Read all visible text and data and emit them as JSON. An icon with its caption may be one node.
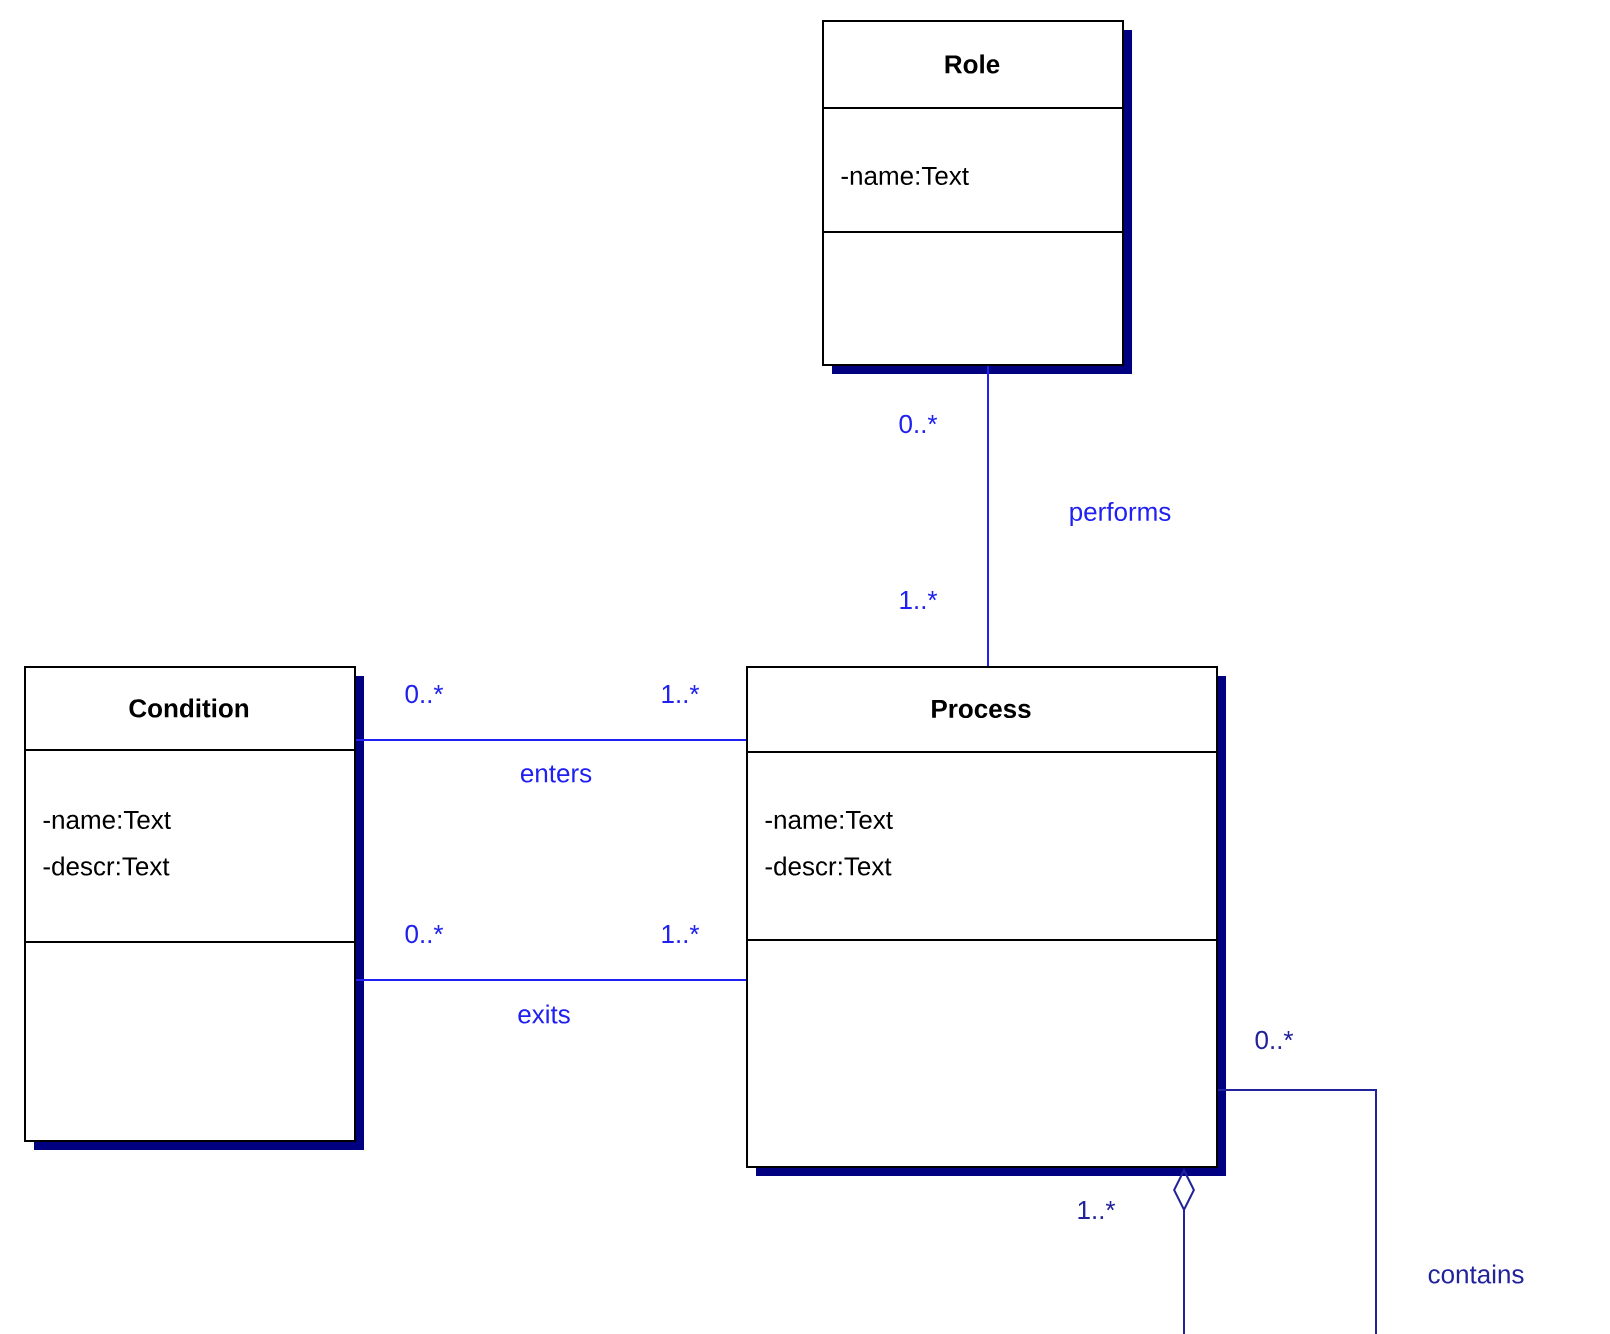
{
  "diagram": {
    "nodes": [
      {
        "text": [
          "Role",
          "-name:Text"
        ]
      },
      {
        "text": [
          "Condition",
          "-name:Text",
          "-descr:Text"
        ]
      },
      {
        "text": [
          "Process",
          "-name:Text",
          "-descr:Text"
        ]
      }
    ],
    "edges": [
      {
        "from": 0,
        "to": 2,
        "arrow": "none",
        "label": "performs"
      },
      {
        "from": 1,
        "to": 2,
        "arrow": "none",
        "label": "enters"
      },
      {
        "from": 1,
        "to": 2,
        "arrow": "none",
        "label": "exits"
      },
      {
        "from": 2,
        "to": 2,
        "arrow": "other",
        "label": "contains",
        "color": "#22229a"
      }
    ],
    "labels": [
      "0..*",
      "1..*",
      "0..*",
      "1..*",
      "0..*",
      "1..*",
      "0..*",
      "1..*"
    ]
  }
}
